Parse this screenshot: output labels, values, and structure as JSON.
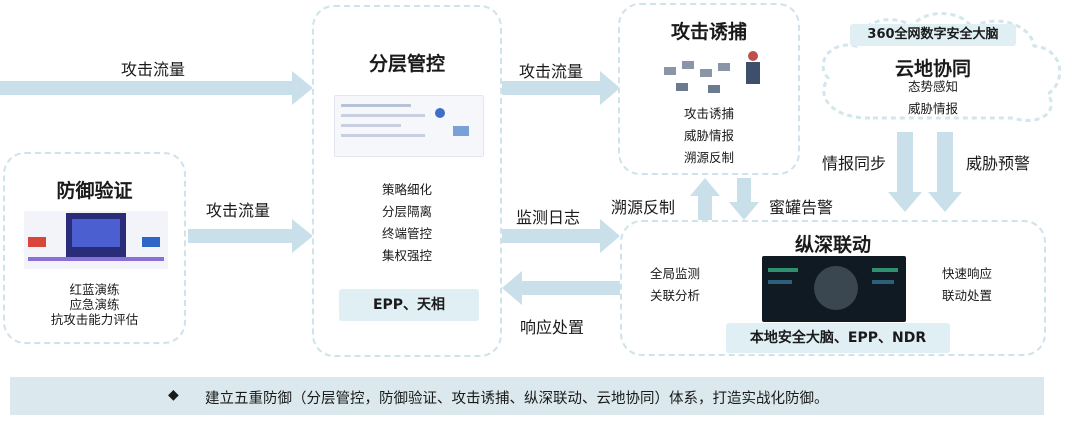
{
  "defense_verification": {
    "title": "防御验证",
    "items": [
      "红蓝演练",
      "应急演练",
      "抗攻击能力评估"
    ]
  },
  "layered_control": {
    "title": "分层管控",
    "items": [
      "策略细化",
      "分层隔离",
      "终端管控",
      "集权强控"
    ],
    "badge": "EPP、天相"
  },
  "attack_trap": {
    "title": "攻击诱捕",
    "items": [
      "攻击诱捕",
      "威胁情报",
      "溯源反制"
    ]
  },
  "cloud_collab": {
    "header": "360全网数字安全大脑",
    "title": "云地协同",
    "items": [
      "态势感知",
      "威胁情报"
    ]
  },
  "deep_linkage": {
    "title": "纵深联动",
    "left_items": [
      "全局监测",
      "关联分析"
    ],
    "right_items": [
      "快速响应",
      "联动处置"
    ],
    "badge": "本地安全大脑、EPP、NDR"
  },
  "flows": {
    "attack_traffic_top": "攻击流量",
    "attack_traffic_mid_left": "攻击流量",
    "attack_traffic_right": "攻击流量",
    "monitor_log": "监测日志",
    "response": "响应处置",
    "trace_back": "溯源反制",
    "honeypot_alert": "蜜罐告警",
    "intel_sync": "情报同步",
    "threat_warning": "威胁预警"
  },
  "banner": {
    "bullet": "◆",
    "text": "建立五重防御（分层管控，防御验证、攻击诱捕、纵深联动、云地协同）体系，打造实战化防御。"
  },
  "colors": {
    "arrow": "#c9e0ea",
    "panel_border": "#cfe3ea",
    "badge_bg": "#dfeff4",
    "banner_bg": "#dbe9ee"
  }
}
